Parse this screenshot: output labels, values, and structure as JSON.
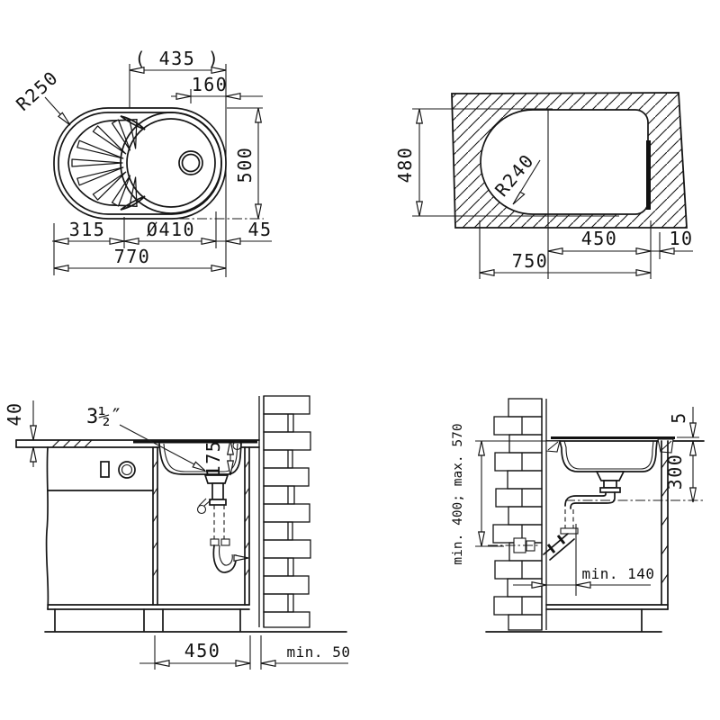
{
  "drawing": {
    "type": "sink installation technical drawing",
    "line_color": "#151515",
    "background_color": "#ffffff"
  },
  "views": {
    "sink_top": {
      "d435": "( 435 )",
      "d160": "160",
      "r250": "R250",
      "d500": "500",
      "d315": "315",
      "d410": "Ø410",
      "d45": "45",
      "d770": "770"
    },
    "cutout": {
      "d480": "480",
      "r240": "R240",
      "d450": "450",
      "d10": "10",
      "d750": "750"
    },
    "front_section": {
      "d40": "40",
      "drain_size": "3½″",
      "d175": "175",
      "d450": "450",
      "min50": "min. 50"
    },
    "side_section": {
      "d5": "5",
      "d300": "300",
      "outlet_range": "min. 400; max. 570",
      "min140": "min. 140"
    }
  }
}
